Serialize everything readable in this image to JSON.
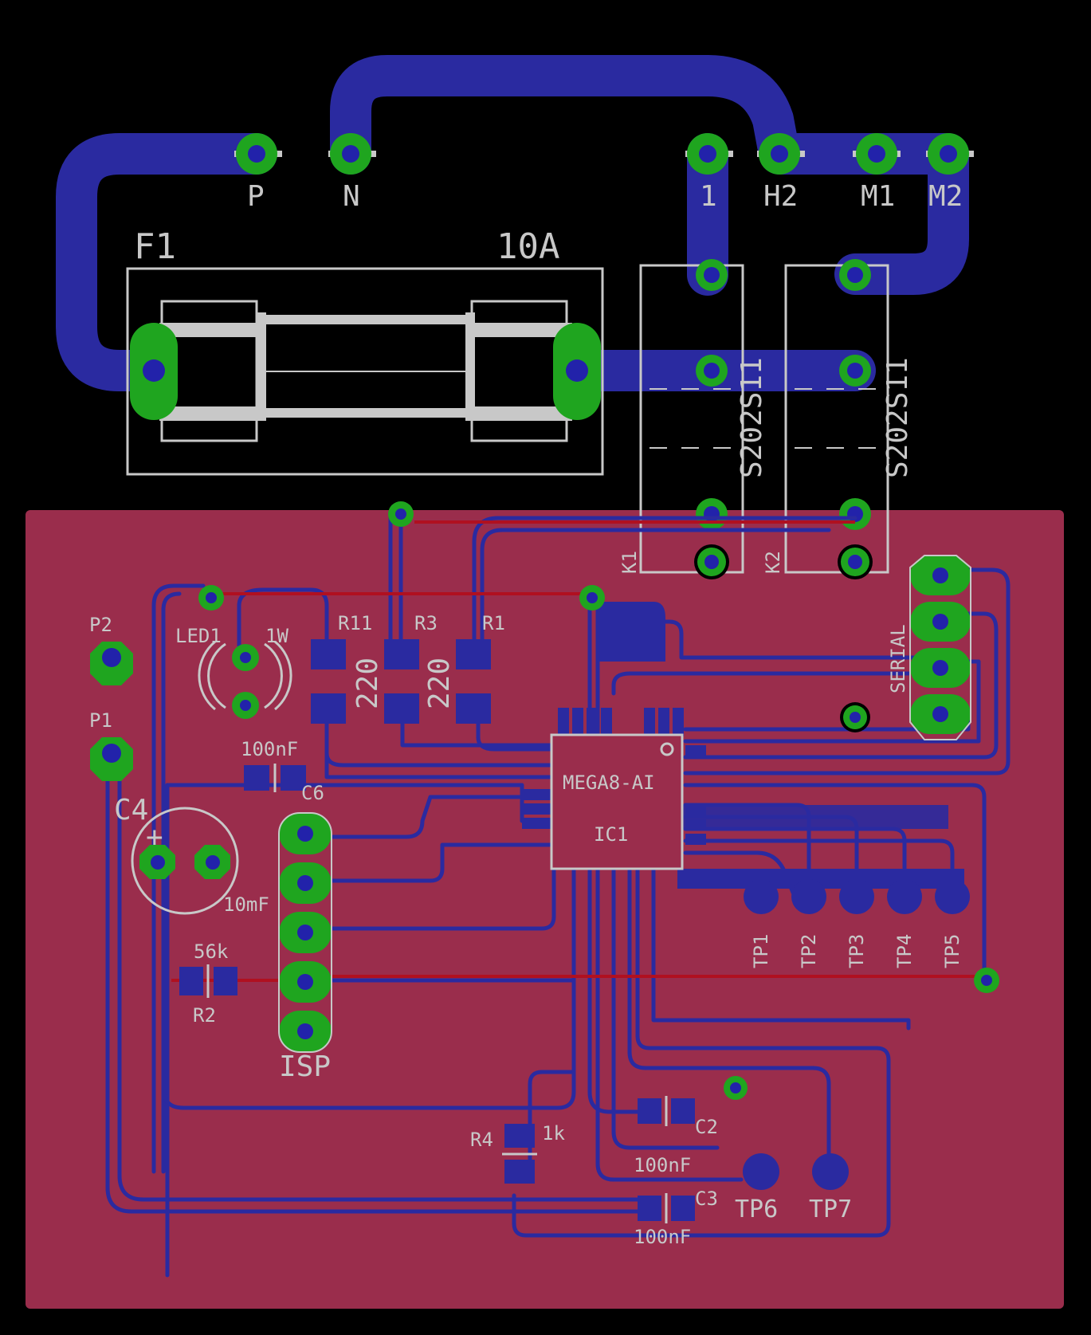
{
  "board": {
    "colors": {
      "background": "#000000",
      "bottom_plane": "#9a2d4c",
      "trace": "#2a2aa0",
      "pad": "#1fa51f",
      "silkscreen": "#c8c8c8",
      "airwire": "#b01020"
    }
  },
  "labels": {
    "p": "P",
    "n": "N",
    "one": "1",
    "h2": "H2",
    "m1": "M1",
    "m2": "M2",
    "f1": "F1",
    "fuse_value": "10A",
    "relay1_part": "S202S11",
    "relay2_part": "S202S11",
    "k1": "K1",
    "k2": "K2",
    "p2": "P2",
    "p1": "P1",
    "led1": "LED1",
    "led_power": "1W",
    "r11": "R11",
    "r3": "R3",
    "r1": "R1",
    "r11_value": "220",
    "r3_value": "220",
    "c6_value": "100nF",
    "c6": "C6",
    "c4": "C4",
    "c4_plus": "+",
    "c4_value": "10mF",
    "r2_value": "56k",
    "r2": "R2",
    "isp": "ISP",
    "ic1_part": "MEGA8-AI",
    "ic1": "IC1",
    "serial": "SERIAL",
    "tp1": "TP1",
    "tp2": "TP2",
    "tp3": "TP3",
    "tp4": "TP4",
    "tp5": "TP5",
    "r4": "R4",
    "r4_value": "1k",
    "c2": "C2",
    "c2_value": "100nF",
    "c3": "C3",
    "c3_value": "100nF",
    "tp6": "TP6",
    "tp7": "TP7"
  }
}
